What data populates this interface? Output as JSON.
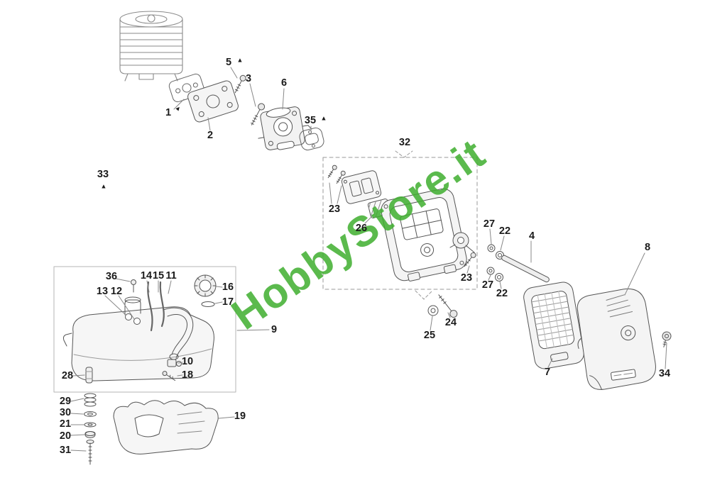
{
  "watermark": {
    "text": "HobbyStore.it",
    "color": "#3fae2f"
  },
  "markers": {
    "glyph": "▲"
  },
  "callouts": [
    {
      "text": "1"
    },
    {
      "text": "2"
    },
    {
      "text": "5"
    },
    {
      "text": "3"
    },
    {
      "text": "6"
    },
    {
      "text": "35"
    },
    {
      "text": "32"
    },
    {
      "text": "23"
    },
    {
      "text": "26"
    },
    {
      "text": "27"
    },
    {
      "text": "22"
    },
    {
      "text": "4"
    },
    {
      "text": "8"
    },
    {
      "text": "23"
    },
    {
      "text": "27"
    },
    {
      "text": "22"
    },
    {
      "text": "24"
    },
    {
      "text": "25"
    },
    {
      "text": "7"
    },
    {
      "text": "34"
    },
    {
      "text": "33"
    },
    {
      "text": "36"
    },
    {
      "text": "14"
    },
    {
      "text": "15"
    },
    {
      "text": "11"
    },
    {
      "text": "13"
    },
    {
      "text": "12"
    },
    {
      "text": "16"
    },
    {
      "text": "17"
    },
    {
      "text": "9"
    },
    {
      "text": "10"
    },
    {
      "text": "18"
    },
    {
      "text": "28"
    },
    {
      "text": "29"
    },
    {
      "text": "30"
    },
    {
      "text": "21"
    },
    {
      "text": "20"
    },
    {
      "text": "31"
    },
    {
      "text": "19"
    }
  ]
}
